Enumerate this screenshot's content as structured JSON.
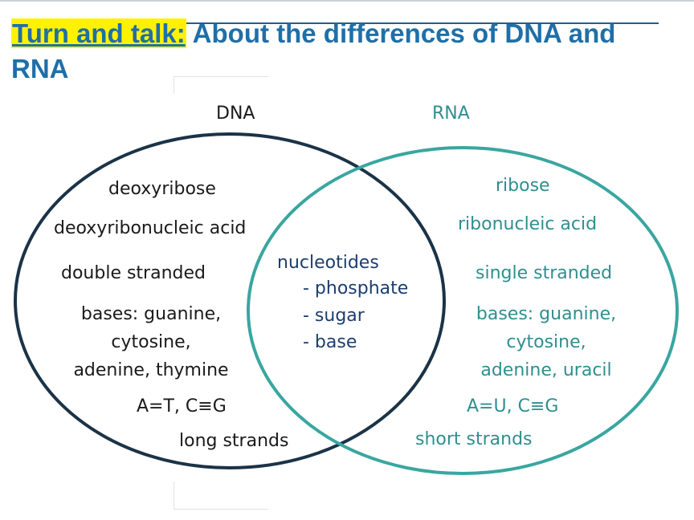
{
  "title": {
    "highlight": "Turn and talk:",
    "rest": " About the differences of DNA and RNA"
  },
  "colors": {
    "title_blue": "#1f6fa8",
    "highlight_yellow": "#fff200",
    "dna_circle": "#1b3347",
    "rna_circle": "#3aa6a0",
    "dna_text": "#1a1a1a",
    "rna_text": "#2f8f8f",
    "overlap_text": "#1c3e6e"
  },
  "venn": {
    "dna": {
      "label": "DNA",
      "items": {
        "sugar": "deoxyribose",
        "name": "deoxyribonucleic acid",
        "strands": "double stranded",
        "bases_1": "bases: guanine,",
        "bases_2": "cytosine,",
        "bases_3": "adenine, thymine",
        "pairing": "A=T, C≡G",
        "length": "long strands"
      }
    },
    "rna": {
      "label": "RNA",
      "items": {
        "sugar": "ribose",
        "name": "ribonucleic acid",
        "strands": "single stranded",
        "bases_1": "bases: guanine,",
        "bases_2": "cytosine,",
        "bases_3": "adenine, uracil",
        "pairing": "A=U, C≡G",
        "length": "short strands"
      }
    },
    "shared": {
      "heading": "nucleotides",
      "items": [
        "- phosphate",
        "- sugar",
        "- base"
      ]
    }
  }
}
